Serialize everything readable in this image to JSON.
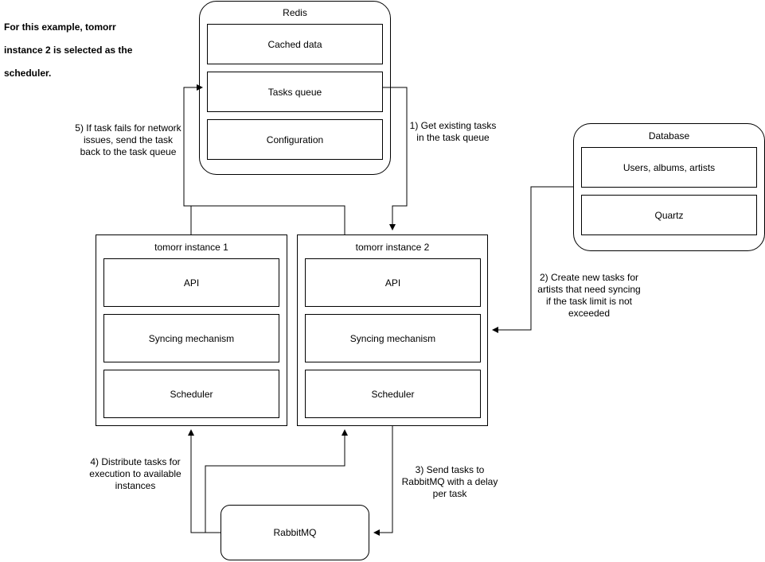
{
  "note": {
    "line1": "For this example, tomorr",
    "line2": "instance 2 is selected as the",
    "line3": "scheduler."
  },
  "redis": {
    "title": "Redis",
    "items": [
      "Cached data",
      "Tasks queue",
      "Configuration"
    ]
  },
  "database": {
    "title": "Database",
    "items": [
      "Users, albums, artists",
      "Quartz"
    ]
  },
  "instance1": {
    "title": "tomorr instance 1",
    "items": [
      "API",
      "Syncing mechanism",
      "Scheduler"
    ]
  },
  "instance2": {
    "title": "tomorr instance 2",
    "items": [
      "API",
      "Syncing mechanism",
      "Scheduler"
    ]
  },
  "rabbitmq": {
    "title": "RabbitMQ"
  },
  "steps": {
    "step1": [
      "1) Get existing tasks",
      "in the task queue"
    ],
    "step2": [
      "2) Create new tasks for",
      "artists that need syncing",
      "if the task limit is not",
      "exceeded"
    ],
    "step3": [
      "3) Send tasks to",
      "RabbitMQ with a delay",
      "per task"
    ],
    "step4": [
      "4) Distribute tasks for",
      "execution to available",
      "instances"
    ],
    "step5": [
      "5) If task fails for network",
      "issues, send the task",
      "back to the task queue"
    ]
  }
}
